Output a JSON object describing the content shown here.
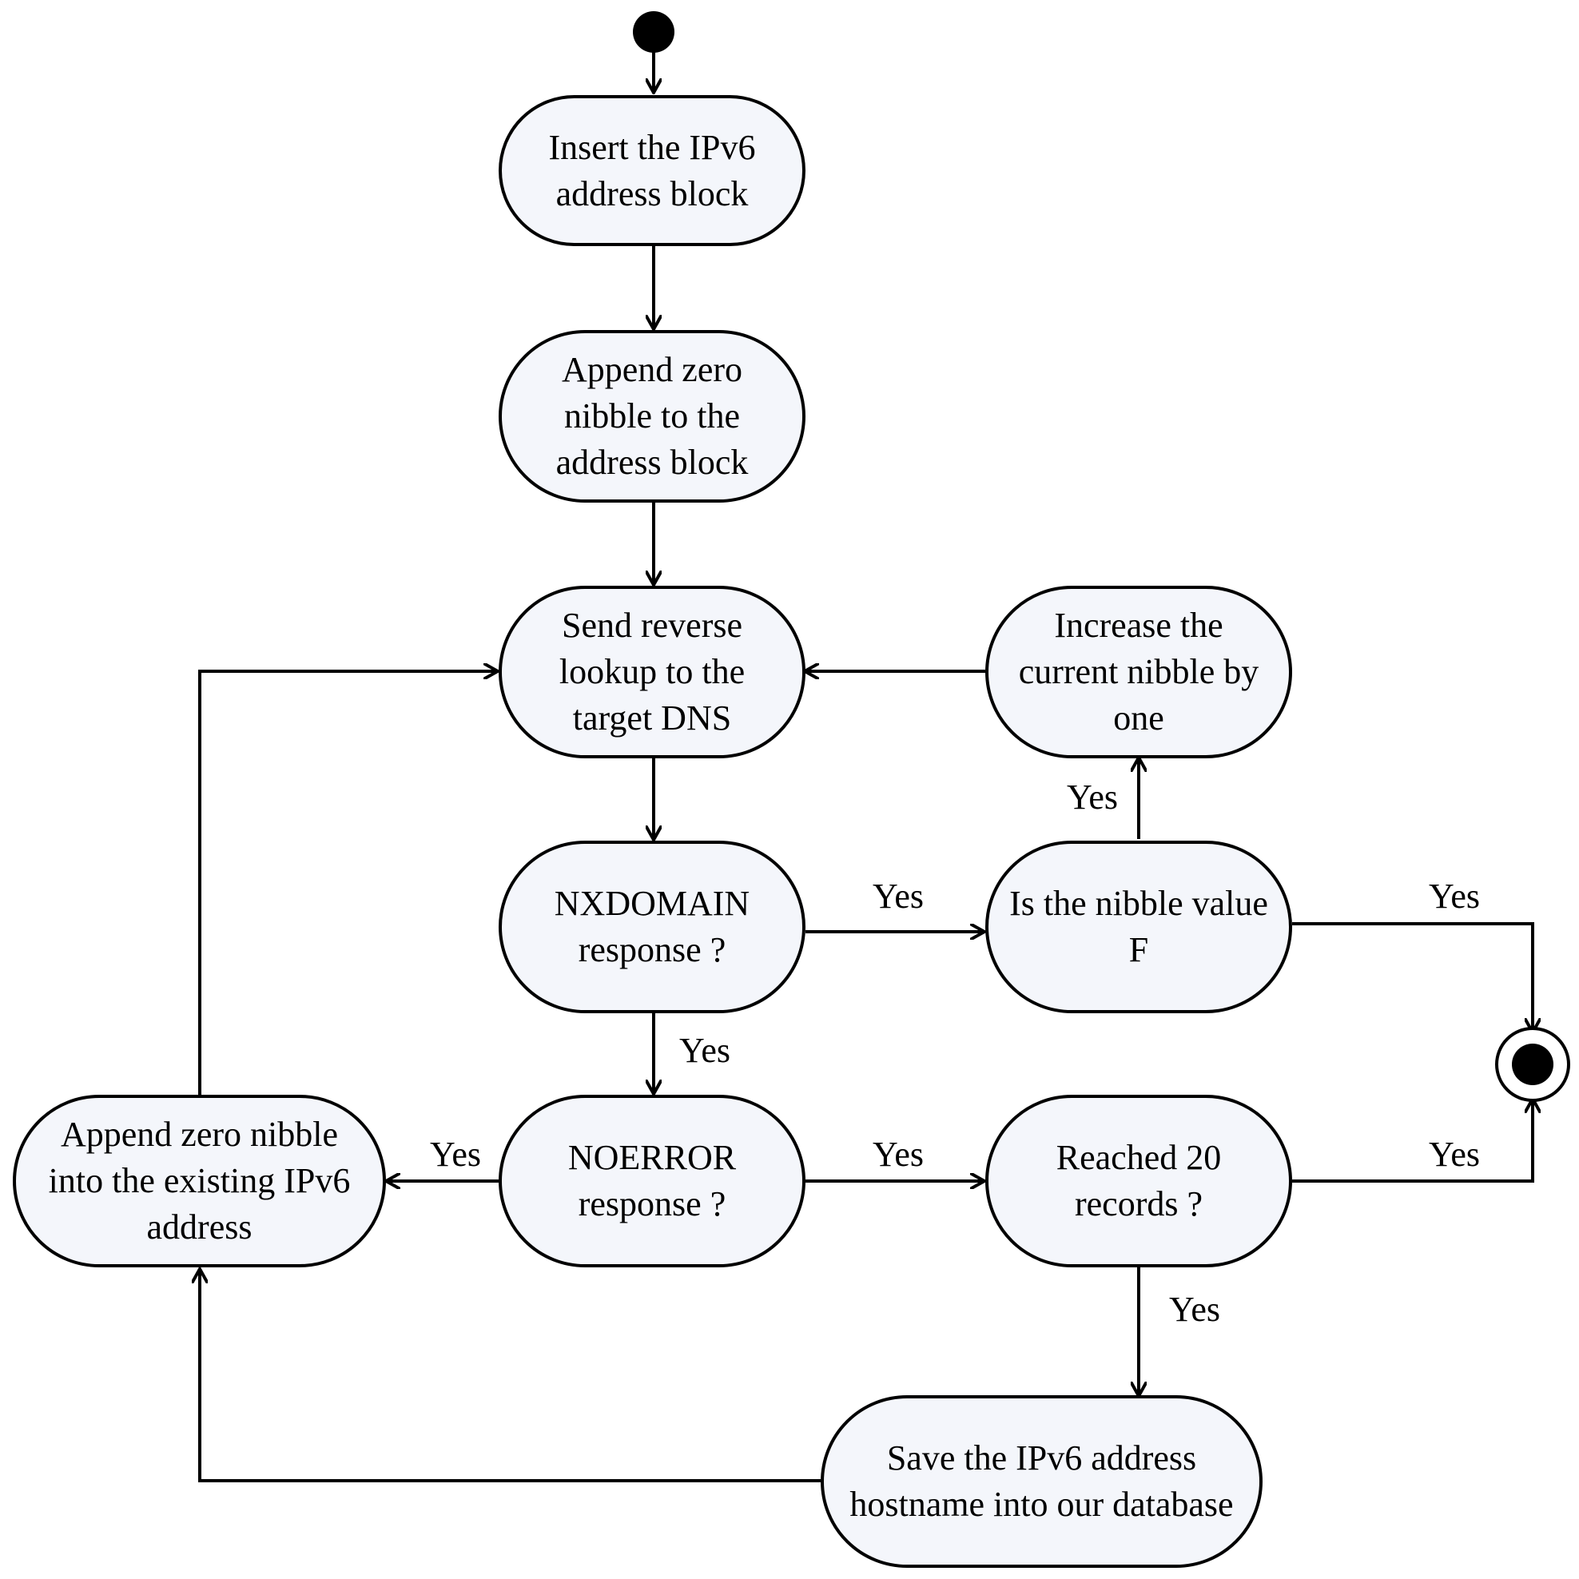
{
  "nodes": {
    "insert_block": "Insert the IPv6 address block",
    "append_zero": "Append zero nibble to the address block",
    "send_lookup": "Send reverse lookup to the target DNS",
    "increase_nibble": "Increase the current nibble by one",
    "nxdomain": "NXDOMAIN response ?",
    "is_nibble_f": "Is the nibble value F",
    "noerror": "NOERROR response ?",
    "reached_20": "Reached 20 records ?",
    "append_existing": "Append zero nibble into the existing IPv6 address",
    "save_hostname": "Save the IPv6 address hostname into our database"
  },
  "edge_labels": {
    "nxdomain_to_nibble_f": "Yes",
    "nibble_f_to_increase": "Yes",
    "nibble_f_to_end": "Yes",
    "nxdomain_to_noerror": "Yes",
    "noerror_to_append_existing": "Yes",
    "noerror_to_reached_20": "Yes",
    "reached_20_to_end": "Yes",
    "reached_20_to_save": "Yes"
  }
}
